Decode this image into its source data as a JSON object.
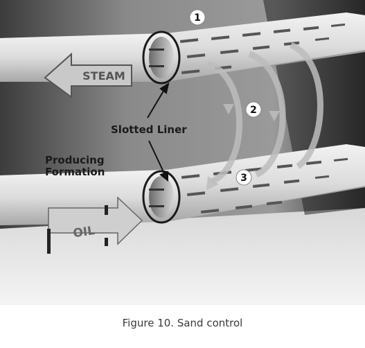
{
  "diagram": {
    "steam_label": "STEAM",
    "oil_label": "OIL",
    "slotted_liner_label": "Slotted Liner",
    "producing_formation_line1": "Producing",
    "producing_formation_line2": "Formation",
    "step_1": "1",
    "step_2": "2",
    "step_3": "3"
  },
  "caption": "Figure 10. Sand control"
}
